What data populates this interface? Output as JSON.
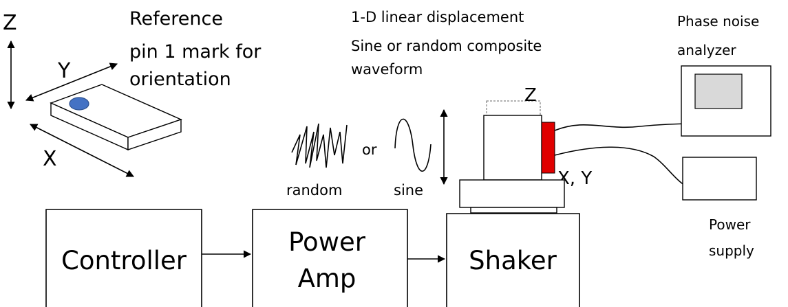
{
  "axes_ref": {
    "z": "Z",
    "y": "Y",
    "x": "X",
    "note_line1": "Reference",
    "note_line2": "pin 1 mark for",
    "note_line3": "orientation"
  },
  "displacement": {
    "line1": "1-D linear displacement",
    "line2": "Sine or random composite",
    "line3": "waveform"
  },
  "waveforms": {
    "random_label": "random",
    "or_label": "or",
    "sine_label": "sine"
  },
  "dut": {
    "z_label": "Z",
    "xy_label": "X, Y"
  },
  "analyzer": {
    "line1": "Phase noise",
    "line2": "analyzer"
  },
  "power_supply": {
    "line1": "Power",
    "line2": "supply"
  },
  "blocks": {
    "controller": "Controller",
    "power_amp_line1": "Power",
    "power_amp_line2": "Amp",
    "shaker": "Shaker"
  },
  "colors": {
    "pin_mark": "#4472C4",
    "sensor": "#E00000",
    "screen": "#D9D9D9"
  }
}
